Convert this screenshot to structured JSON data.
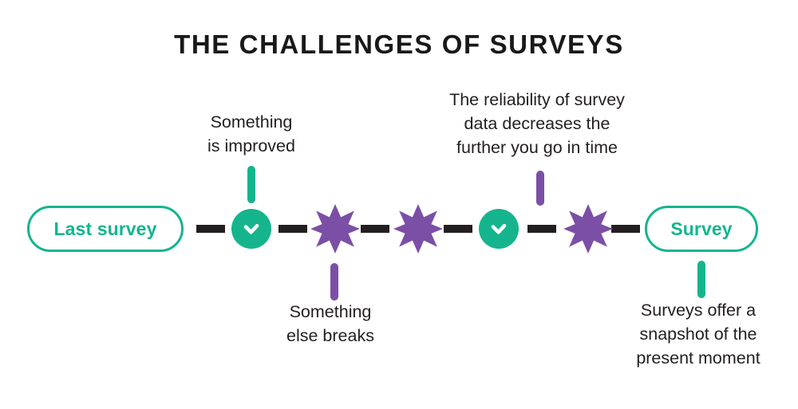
{
  "page": {
    "title": "THE CHALLENGES OF SURVEYS",
    "background_color": "#ffffff",
    "text_color": "#231f20"
  },
  "colors": {
    "teal": "#16b48d",
    "purple": "#7b4fa6",
    "dash": "#231f20",
    "title": "#191919"
  },
  "timeline": {
    "start_pill": {
      "label": "Last survey",
      "icon": "rounded-pill",
      "color": "#16b48d"
    },
    "end_pill": {
      "label": "Survey",
      "icon": "rounded-pill",
      "color": "#16b48d"
    },
    "nodes": [
      {
        "type": "check",
        "icon": "check-circle-icon",
        "color": "#16b48d"
      },
      {
        "type": "burst",
        "icon": "eight-point-star-icon",
        "color": "#7b4fa6"
      },
      {
        "type": "burst",
        "icon": "eight-point-star-icon",
        "color": "#7b4fa6"
      },
      {
        "type": "check",
        "icon": "check-circle-icon",
        "color": "#16b48d"
      },
      {
        "type": "burst",
        "icon": "eight-point-star-icon",
        "color": "#7b4fa6"
      }
    ],
    "separator_count": 6,
    "separator_icon": "dash-icon"
  },
  "callouts": [
    {
      "id": "something-improved",
      "text": "Something\nis improved",
      "connector_color": "#16b48d",
      "position": "above"
    },
    {
      "id": "reliability-decreases",
      "text": "The reliability of survey\ndata decreases the\nfurther you go in time",
      "connector_color": "#7b4fa6",
      "position": "above"
    },
    {
      "id": "something-else-breaks",
      "text": "Something\nelse breaks",
      "connector_color": "#7b4fa6",
      "position": "below"
    },
    {
      "id": "surveys-snapshot",
      "text": "Surveys offer a\nsnapshot of the\npresent moment",
      "connector_color": "#16b48d",
      "position": "below"
    }
  ]
}
